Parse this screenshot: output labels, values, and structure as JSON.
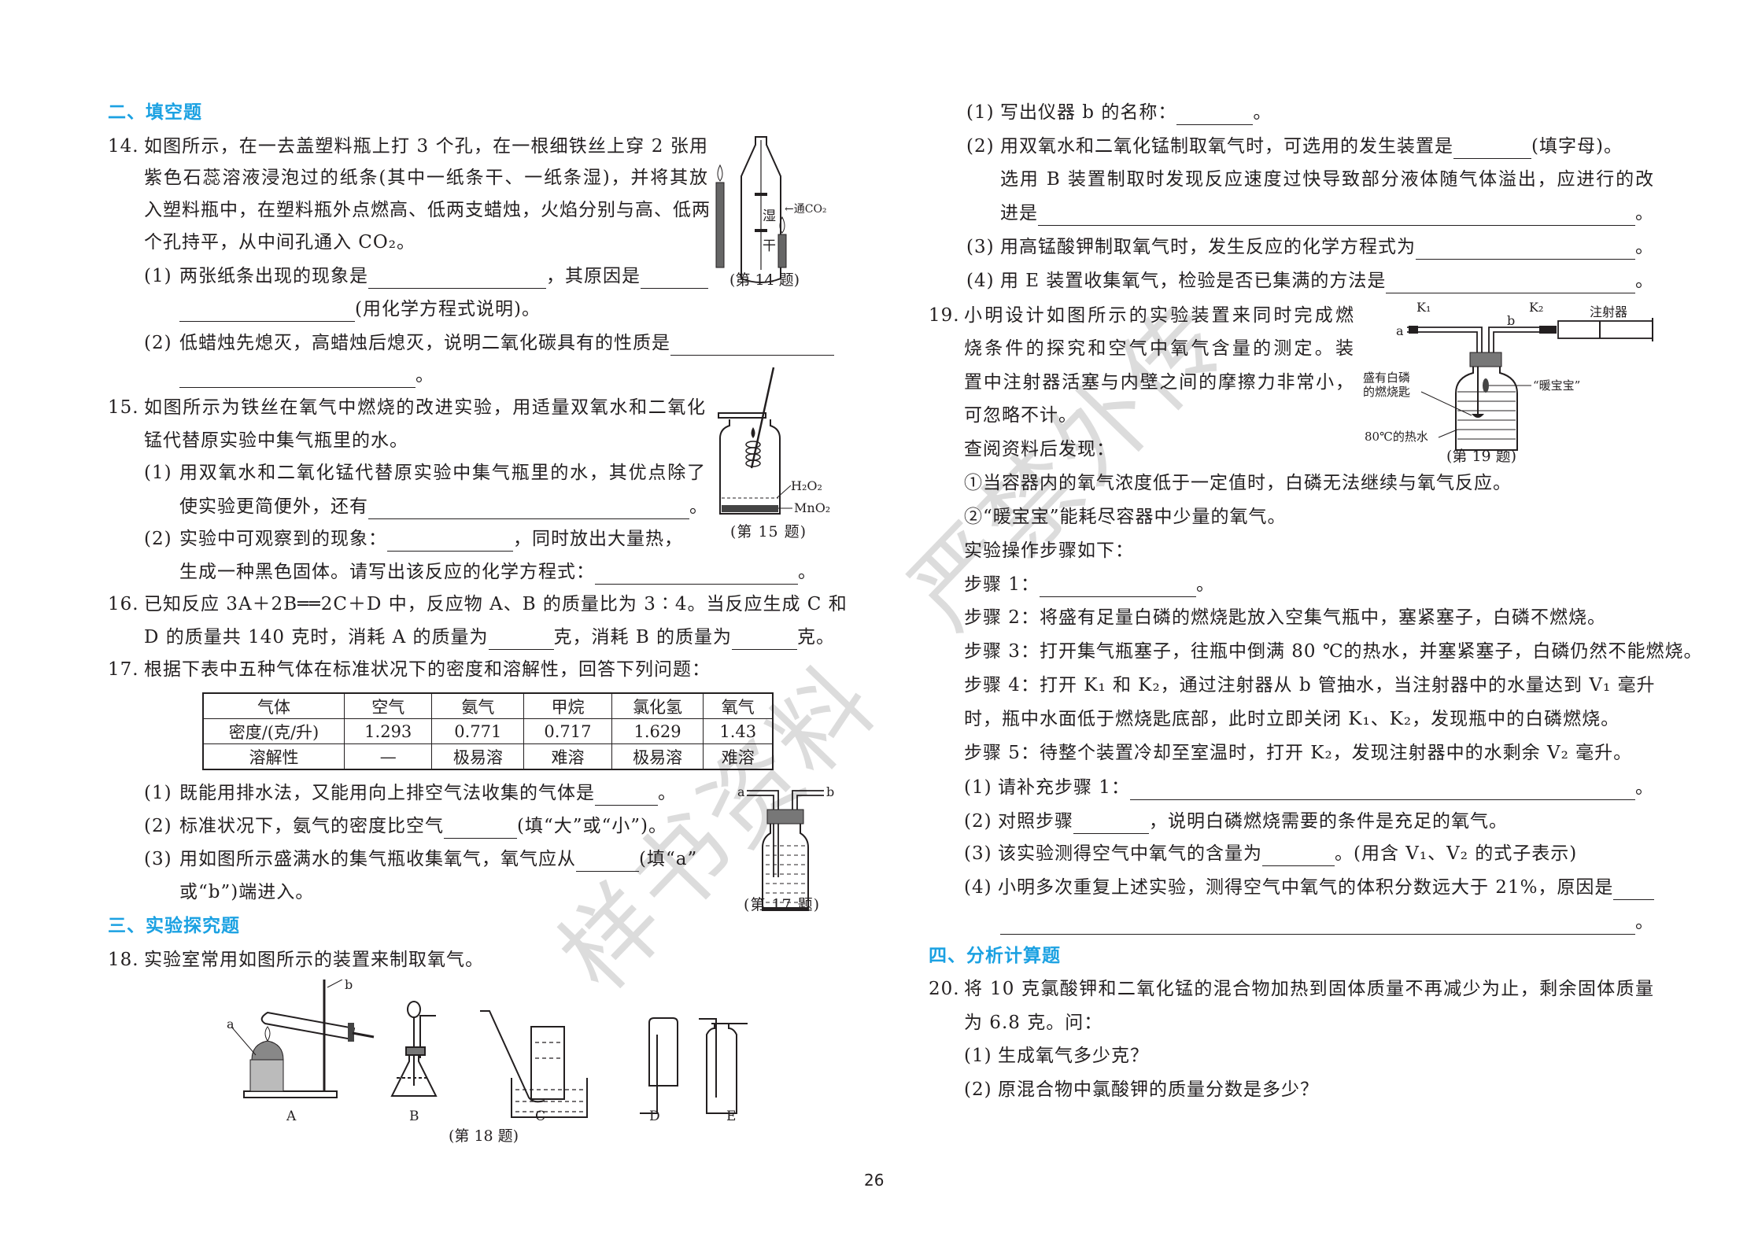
{
  "page_number": "26",
  "watermark": "样书资料　严禁外传",
  "sections": {
    "fill": "二、填空题",
    "experiment": "三、实验探究题",
    "calc": "四、分析计算题"
  },
  "q14": {
    "num": "14.",
    "l1": "如图所示，在一去盖塑料瓶上打 3 个孔，在一根细铁丝上穿 2 张用",
    "l2": "紫色石蕊溶液浸泡过的纸条(其中一纸条干、一纸条湿)，并将其放",
    "l3": "入塑料瓶中，在塑料瓶外点燃高、低两支蜡烛，火焰分别与高、低两",
    "l4": "个孔持平，从中间孔通入 CO₂。",
    "p1_num": "(1)",
    "p1a": "两张纸条出现的现象是",
    "p1b": "，其原因是",
    "p1c": "(用化学方程式说明)。",
    "p2_num": "(2)",
    "p2a": "低蜡烛先熄灭，高蜡烛后熄灭，说明二氧化碳具有的性质是",
    "end": "。",
    "fig": {
      "wet": "湿",
      "dry": "干",
      "co2": "←通CO₂",
      "caption": "(第 14 题)"
    }
  },
  "q15": {
    "num": "15.",
    "l1": "如图所示为铁丝在氧气中燃烧的改进实验，用适量双氧水和二氧化",
    "l2": "锰代替原实验中集气瓶里的水。",
    "p1_num": "(1)",
    "p1a": "用双氧水和二氧化锰代替原实验中集气瓶里的水，其优点除了",
    "p1b": "使实验更简便外，还有",
    "p1end": "。",
    "p2_num": "(2)",
    "p2a": "实验中可观察到的现象：",
    "p2b": "，同时放出大量热，",
    "p2c": "生成一种黑色固体。请写出该反应的化学方程式：",
    "p2end": "。",
    "fig": {
      "h2o2": "H₂O₂",
      "mno2": "MnO₂",
      "caption": "(第 15 题)"
    }
  },
  "q16": {
    "num": "16.",
    "l1": "已知反应 3A＋2B══2C＋D 中，反应物 A、B 的质量比为 3∶4。当反应生成 C 和",
    "l2a": "D 的质量共 140 克时，消耗 A 的质量为",
    "l2b": "克，消耗 B 的质量为",
    "l2c": "克。"
  },
  "q17": {
    "num": "17.",
    "l1": "根据下表中五种气体在标准状况下的密度和溶解性，回答下列问题：",
    "table": {
      "headers": [
        "气体",
        "空气",
        "氨气",
        "甲烷",
        "氯化氢",
        "氧气"
      ],
      "rows": [
        [
          "密度/(克/升)",
          "1.293",
          "0.771",
          "0.717",
          "1.629",
          "1.43"
        ],
        [
          "溶解性",
          "—",
          "极易溶",
          "难溶",
          "极易溶",
          "难溶"
        ]
      ]
    },
    "p1_num": "(1)",
    "p1a": "既能用排水法，又能用向上排空气法收集的气体是",
    "p1end": "。",
    "p2_num": "(2)",
    "p2a": "标准状况下，氨气的密度比空气",
    "p2b": "(填“大”或“小”)。",
    "p3_num": "(3)",
    "p3a": "用如图所示盛满水的集气瓶收集氧气，氧气应从",
    "p3b": "(填“a”",
    "p3c": "或“b”)端进入。",
    "fig": {
      "a": "a",
      "b": "b",
      "caption": "(第 17 题)"
    }
  },
  "q18": {
    "num": "18.",
    "l1": "实验室常用如图所示的装置来制取氧气。",
    "fig": {
      "labels": [
        "A",
        "B",
        "C",
        "D",
        "E"
      ],
      "a": "a",
      "b": "b",
      "caption": "(第 18 题)"
    },
    "p1_num": "(1)",
    "p1a": "写出仪器 b 的名称：",
    "p1end": "。",
    "p2_num": "(2)",
    "p2a": "用双氧水和二氧化锰制取氧气时，可选用的发生装置是",
    "p2b": "(填字母)。",
    "p2c": "选用 B 装置制取时发现反应速度过快导致部分液体随气体溢出，应进行的改",
    "p2d": "进是",
    "p2end": "。",
    "p3_num": "(3)",
    "p3a": "用高锰酸钾制取氧气时，发生反应的化学方程式为",
    "p3end": "。",
    "p4_num": "(4)",
    "p4a": "用 E 装置收集氧气，检验是否已集满的方法是",
    "p4end": "。"
  },
  "q19": {
    "num": "19.",
    "l1": "小明设计如图所示的实验装置来同时完成燃",
    "l2": "烧条件的探究和空气中氧气含量的测定。装",
    "l3": "置中注射器活塞与内壁之间的摩擦力非常小，",
    "l4": "可忽略不计。",
    "l5": "查阅资料后发现：",
    "f1": "①当容器内的氧气浓度低于一定值时，白磷无法继续与氧气反应。",
    "f2": "②“暖宝宝”能耗尽容器中少量的氧气。",
    "steps_intro": "实验操作步骤如下：",
    "s1": "步骤 1：",
    "s1end": "。",
    "s2": "步骤 2：将盛有足量白磷的燃烧匙放入空集气瓶中，塞紧塞子，白磷不燃烧。",
    "s3": "步骤 3：打开集气瓶塞子，往瓶中倒满 80 ℃的热水，并塞紧塞子，白磷仍然不能燃烧。",
    "s4a": "步骤 4：打开 K₁ 和 K₂，通过注射器从 b 管抽水，当注射器中的水量达到 V₁ 毫升",
    "s4b": "时，瓶中水面低于燃烧匙底部，此时立即关闭 K₁、K₂，发现瓶中的白磷燃烧。",
    "s5": "步骤 5：待整个装置冷却至室温时，打开 K₂，发现注射器中的水剩余 V₂ 毫升。",
    "p1_num": "(1)",
    "p1a": "请补充步骤 1：",
    "p1end": "。",
    "p2_num": "(2)",
    "p2a": "对照步骤",
    "p2b": "，说明白磷燃烧需要的条件是充足的氧气。",
    "p3_num": "(3)",
    "p3a": "该实验测得空气中氧气的含量为",
    "p3b": "。(用含 V₁、V₂ 的式子表示)",
    "p4_num": "(4)",
    "p4a": "小明多次重复上述实验，测得空气中氧气的体积分数远大于 21%，原因是",
    "p4end": "。",
    "fig": {
      "k1": "K₁",
      "k2": "K₂",
      "a": "a",
      "b": "b",
      "syringe": "注射器",
      "spoon1": "盛有白磷",
      "spoon2": "的燃烧匙",
      "warmer": "“暖宝宝”",
      "water": "80℃的热水",
      "caption": "(第 19 题)"
    }
  },
  "q20": {
    "num": "20.",
    "l1": "将 10 克氯酸钾和二氧化锰的混合物加热到固体质量不再减少为止，剩余固体质量",
    "l2": "为 6.8 克。问：",
    "p1_num": "(1)",
    "p1a": "生成氧气多少克？",
    "p2_num": "(2)",
    "p2a": "原混合物中氯酸钾的质量分数是多少？"
  }
}
